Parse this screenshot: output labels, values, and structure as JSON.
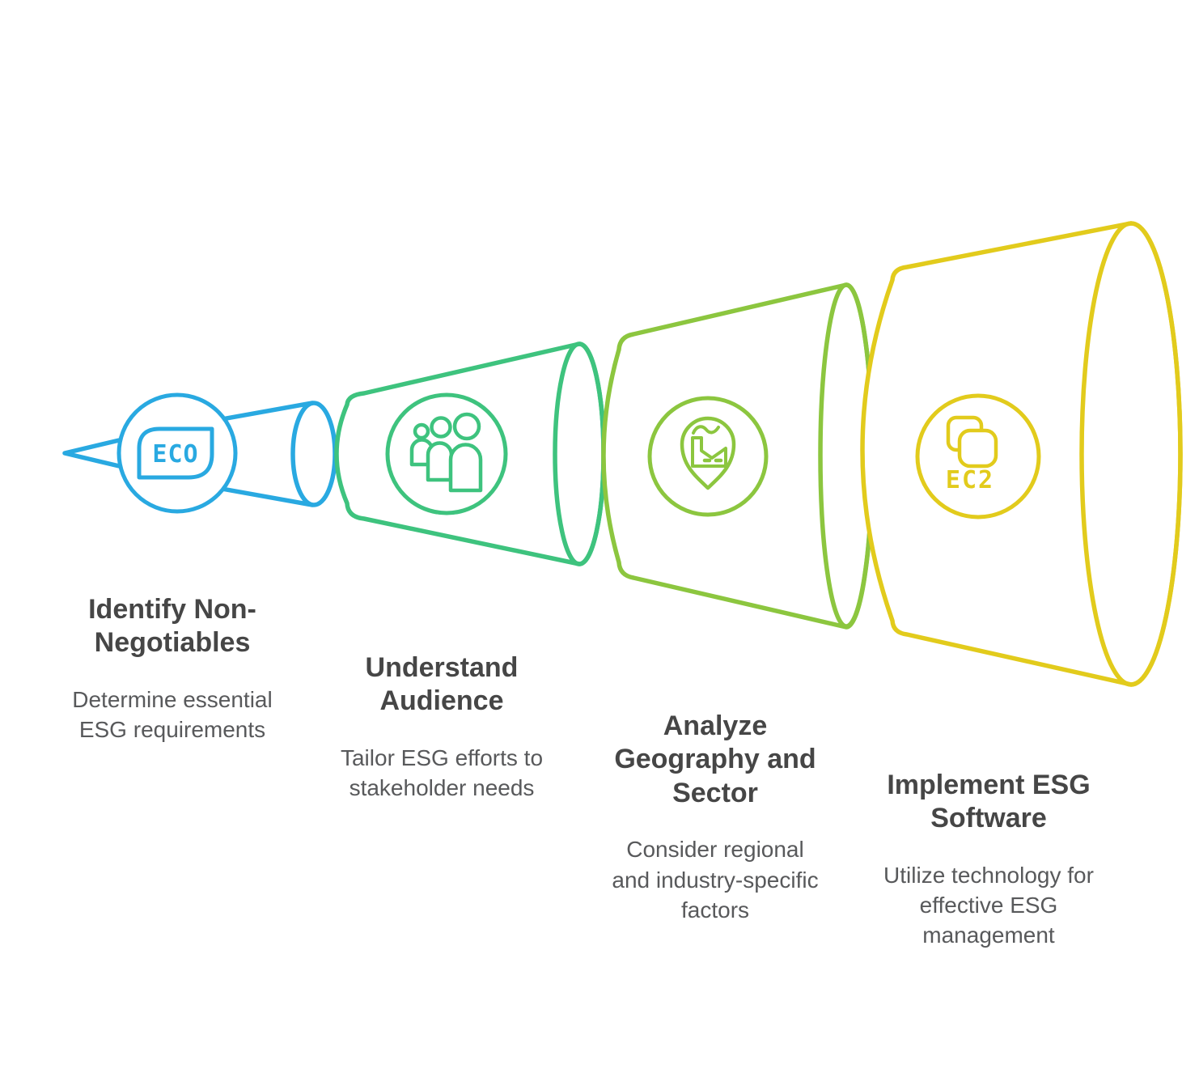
{
  "diagram": {
    "type": "horizontal-funnel-infographic",
    "background": "#FFFFFF",
    "stage_count": 4
  },
  "palette": {
    "stage1_blue": "#29A9E1",
    "stage2_green": "#3EC37E",
    "stage3_olive": "#8CC63F",
    "stage4_yellow": "#E2CB1C",
    "title_text": "#464646",
    "description_text": "#58595B"
  },
  "stages": [
    {
      "title": "Identify Non-Negotiables",
      "description": "Determine essential ESG requirements",
      "icon": "eco-leaf-badge-icon",
      "badge_text": "ECO",
      "color": "#29A9E1"
    },
    {
      "title": "Understand Audience",
      "description": "Tailor ESG efforts to stakeholder needs",
      "icon": "people-group-icon",
      "badge_text": "",
      "color": "#3EC37E"
    },
    {
      "title": "Analyze Geography and Sector",
      "description": "Consider regional and industry-specific factors",
      "icon": "factory-location-pin-icon",
      "badge_text": "",
      "color": "#8CC63F"
    },
    {
      "title": "Implement ESG Software",
      "description": "Utilize technology for effective ESG management",
      "icon": "ec2-software-icon",
      "badge_text": "EC2",
      "color": "#E2CB1C"
    }
  ]
}
